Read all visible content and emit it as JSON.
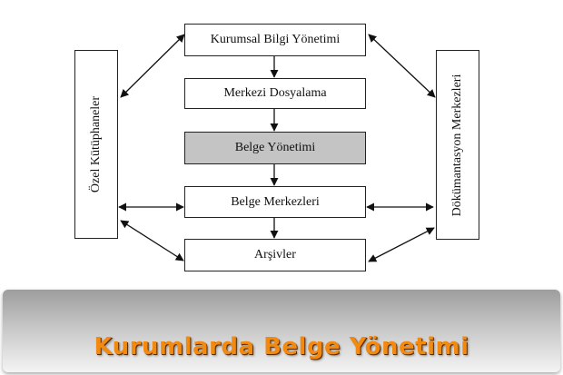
{
  "diagram": {
    "boxes": {
      "kurumsal": "Kurumsal Bilgi Yönetimi",
      "merkezi": "Merkezi Dosyalama",
      "belge_yonetimi": "Belge Yönetimi",
      "belge_merkezleri": "Belge Merkezleri",
      "arsivler": "Arşivler"
    },
    "left_label": "Özel Kütüphaneler",
    "right_label": "Dökümantasyon Merkezleri",
    "highlight_color": "#c4c4c4"
  },
  "footer": {
    "title": "Kurumlarda Belge Yönetimi",
    "title_color": "#f28a12"
  }
}
